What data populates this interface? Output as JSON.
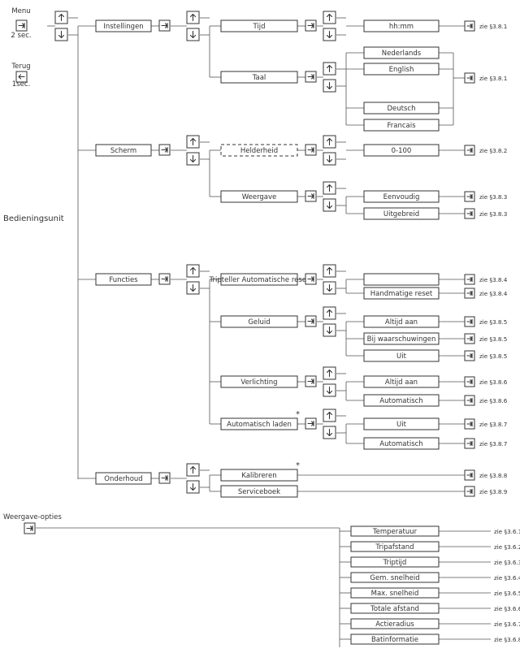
{
  "side": {
    "menu_label": "Menu",
    "menu_hint": "2 sec.",
    "back_label": "Terug",
    "back_hint": "1sec.",
    "unit_label": "Bedieningsunit",
    "display_label": "Weergave-opties"
  },
  "menu": {
    "instellingen": "Instellingen",
    "tijd": "Tijd",
    "tijd_format": "hh:mm",
    "taal": "Taal",
    "nederlands": "Nederlands",
    "english": "English",
    "deutsch": "Deutsch",
    "francais": "Francais",
    "scherm": "Scherm",
    "helderheid": "Helderheid",
    "helderheid_range": "0-100",
    "weergave": "Weergave",
    "eenvoudig": "Eenvoudig",
    "uitgebreid": "Uitgebreid",
    "functies": "Functies",
    "tripteller": "Tripteller Automatische reset",
    "handmatige_reset": "Handmatige reset",
    "geluid": "Geluid",
    "altijd_aan": "Altijd aan",
    "bij_waarschuwingen": "Bij waarschuwingen",
    "uit": "Uit",
    "verlichting": "Verlichting",
    "automatisch": "Automatisch",
    "automatisch_laden": "Automatisch laden",
    "asterisk": "*",
    "onderhoud": "Onderhoud",
    "kalibreren": "Kalibreren",
    "serviceboek": "Serviceboek"
  },
  "refs": {
    "r381": "zie §3.8.1",
    "r382": "zie §3.8.2",
    "r383": "zie §3.8.3",
    "r384": "zie §3.8.4",
    "r385": "zie §3.8.5",
    "r386": "zie §3.8.6",
    "r387": "zie §3.8.7",
    "r388": "zie §3.8.8",
    "r389": "zie §3.8.9"
  },
  "display_options": [
    {
      "label": "Temperatuur",
      "ref": "zie §3.6.1"
    },
    {
      "label": "Tripafstand",
      "ref": "zie §3.6.2"
    },
    {
      "label": "Triptijd",
      "ref": "zie §3.6.3"
    },
    {
      "label": "Gem. snelheid",
      "ref": "zie §3.6.4"
    },
    {
      "label": "Max. snelheid",
      "ref": "zie §3.6.5"
    },
    {
      "label": "Totale afstand",
      "ref": "zie §3.6.6"
    },
    {
      "label": "Actieradius",
      "ref": "zie §3.6.7"
    },
    {
      "label": "Batinformatie",
      "ref": "zie §3.6.8"
    }
  ],
  "icons": {
    "enter": "enter-key-icon",
    "up": "up-key-icon",
    "down": "down-key-icon",
    "back": "back-key-icon"
  }
}
